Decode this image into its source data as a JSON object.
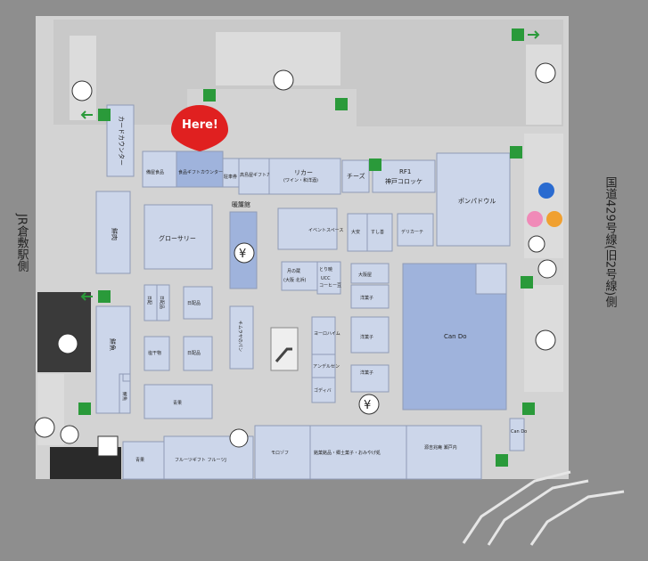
{
  "here_marker": {
    "label": "Here!",
    "color": "#e02020"
  },
  "side_labels": {
    "west": "JR倉敷駅側",
    "east": "国道429号線(旧2号線)側"
  },
  "shops": [
    {
      "id": "card-counter",
      "label": "カードカウンター"
    },
    {
      "id": "kouseisyokudo",
      "label": "備屋食品"
    },
    {
      "id": "food-gift",
      "label": "食品ギフトカウンター"
    },
    {
      "id": "parking-ticket",
      "label": "駐車券"
    },
    {
      "id": "department-gift",
      "label": "高島屋ギフトカウンター"
    },
    {
      "id": "liquor",
      "label": "リカー"
    },
    {
      "id": "liquor-sub",
      "label": "(ワイン・和洋酒)"
    },
    {
      "id": "cheese",
      "label": "チーズ"
    },
    {
      "id": "rf1",
      "label": "RF1"
    },
    {
      "id": "kobe-croquette",
      "label": "神戸コロッケ"
    },
    {
      "id": "pompadour",
      "label": "ポンパドウル"
    },
    {
      "id": "fresh-fish",
      "label": "鮮肉"
    },
    {
      "id": "grocery",
      "label": "グローサリー"
    },
    {
      "id": "daily-goods",
      "label": "暖簾館"
    },
    {
      "id": "event-space",
      "label": "イベントスペース"
    },
    {
      "id": "daian",
      "label": "大安"
    },
    {
      "id": "sushi",
      "label": "すし善"
    },
    {
      "id": "delicatessen",
      "label": "デリカーテ"
    },
    {
      "id": "tsuki-no-kura",
      "label": "月の蔵"
    },
    {
      "id": "tsuki-sub",
      "label": "(大阪 北浜)"
    },
    {
      "id": "torimaru",
      "label": "とり暁"
    },
    {
      "id": "ucc",
      "label": "UCC"
    },
    {
      "id": "ucc-sub",
      "label": "コーヒー豆"
    },
    {
      "id": "daimaru",
      "label": "大阪屋"
    },
    {
      "id": "yogashi-1",
      "label": "洋菓子"
    },
    {
      "id": "yogashi-2",
      "label": "洋菓子"
    },
    {
      "id": "yogashi-3",
      "label": "洋菓子"
    },
    {
      "id": "cando",
      "label": "Can Do"
    },
    {
      "id": "cando-small",
      "label": "Can Do"
    },
    {
      "id": "sengyo",
      "label": "鮮魚"
    },
    {
      "id": "nichihai-1",
      "label": "日配"
    },
    {
      "id": "nichihai-2",
      "label": "日配品"
    },
    {
      "id": "nichihai-3",
      "label": "日配品"
    },
    {
      "id": "nichihai-4",
      "label": "日配品"
    },
    {
      "id": "kanbutsu",
      "label": "塩干物"
    },
    {
      "id": "kimuraya",
      "label": "キムラヤのパン"
    },
    {
      "id": "yokohama",
      "label": "ヨーロハイム"
    },
    {
      "id": "anderson",
      "label": "アンデルセン"
    },
    {
      "id": "godiva",
      "label": "ゴディバ"
    },
    {
      "id": "seika",
      "label": "青果"
    },
    {
      "id": "seika-2",
      "label": "青果"
    },
    {
      "id": "sengyo-2",
      "label": "鮮魚"
    },
    {
      "id": "fruits-gift",
      "label": "フルーツギフト フルーツJ"
    },
    {
      "id": "morozoff",
      "label": "モロゾフ"
    },
    {
      "id": "wagashi",
      "label": "銘菓銘品・郷土菓子・おみやげ処"
    },
    {
      "id": "wagashi-2",
      "label": "源吉兆庵 瀬戸内"
    }
  ],
  "icons": {
    "exit": "exit-sign-icon",
    "escalator": "escalator-icon",
    "elevator": "elevator-icon",
    "atm": "yen-atm-icon",
    "restroom": "restroom-icon",
    "nursing": "nursing-room-icon",
    "cafe": "coffee-icon",
    "arrow": "arrow-icon",
    "penguin": "penguin-icon"
  }
}
